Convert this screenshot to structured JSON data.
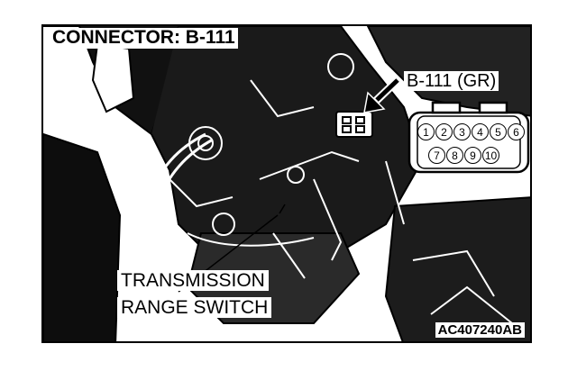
{
  "diagram": {
    "title": "CONNECTOR: B-111",
    "connector_label": "B-111 (GR)",
    "component_label_line1": "TRANSMISSION",
    "component_label_line2": "RANGE SWITCH",
    "figure_code": "AC407240AB",
    "connector_pins_row1": [
      "1",
      "2",
      "3",
      "4",
      "5",
      "6"
    ],
    "connector_pins_row2": [
      "7",
      "8",
      "9",
      "10"
    ]
  }
}
